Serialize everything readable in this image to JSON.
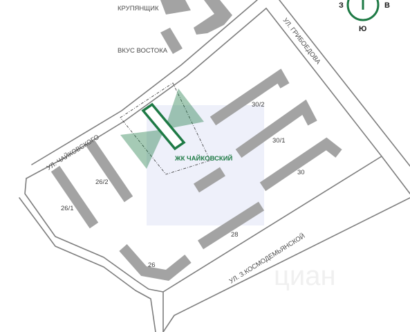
{
  "colors": {
    "accent": "#1e7a45",
    "building": "#a3a3a3",
    "road": "#7d7d7d",
    "highlight_area": "#eef0fa"
  },
  "streets": {
    "tchaikovsky": "УЛ. ЧАЙКОВСКОГО",
    "griboedova": "УЛ. ГРИБОЕДОВА",
    "kosmodemyanskoy": "УЛ. З.КОСМОДЕМЬЯНСКОЙ"
  },
  "places": {
    "krupyanshik": "КРУПЯНЩИК",
    "vkus_vostoka": "ВКУС ВОСТОКА"
  },
  "project": {
    "name": "ЖК ЧАЙКОВСКИЙ"
  },
  "buildings": {
    "b30_2": "30/2",
    "b30_1": "30/1",
    "b30": "30",
    "b28": "28",
    "b26": "26",
    "b26_1": "26/1",
    "b26_2": "26/2"
  },
  "compass": {
    "west": "З",
    "east": "В",
    "south": "Ю",
    "icon": "compass-icon"
  },
  "watermark": "циан"
}
